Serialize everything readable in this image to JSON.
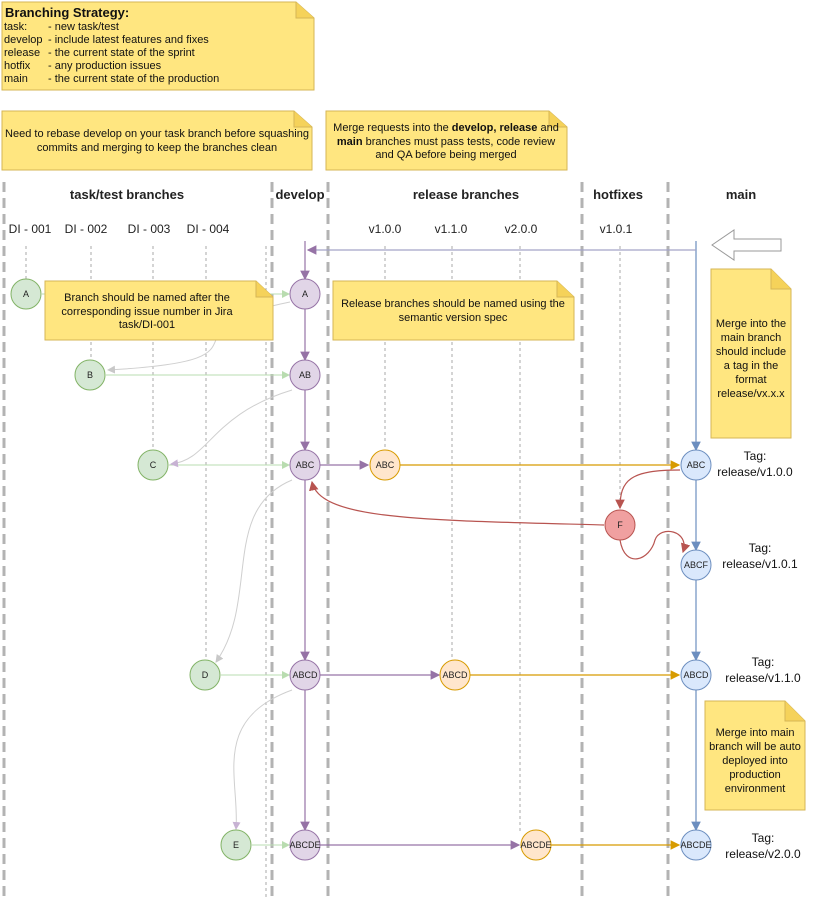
{
  "strategy": {
    "title": "Branching Strategy:",
    "rows": [
      {
        "name": "task:",
        "desc": "-  new task/test"
      },
      {
        "name": "develop",
        "desc": "-  include latest features and fixes"
      },
      {
        "name": "release",
        "desc": "-  the current state of the sprint"
      },
      {
        "name": "hotfix",
        "desc": "-  any production issues"
      },
      {
        "name": "main",
        "desc": "-  the current state of the production"
      }
    ]
  },
  "notes": {
    "rebase": [
      "Need to rebase develop on your task branch before squashing",
      "commits and merging to keep the branches clean"
    ],
    "merge_requests": {
      "line1": [
        "Merge requests into  the ",
        "develop, release",
        " and"
      ],
      "line2": [
        "main",
        " branches must pass tests, code review"
      ],
      "line3": "and QA before being merged"
    },
    "branch_naming": [
      "Branch should be named after the",
      "corresponding issue number in Jira",
      "task/DI-001"
    ],
    "release_naming": [
      "Release branches should be named using  the",
      "semantic version spec"
    ],
    "main_tag": [
      "Merge into the",
      "main branch",
      "should include",
      "a tag in the",
      "format",
      "release/vx.x.x"
    ],
    "auto_deploy": [
      "Merge into main",
      "branch will be auto",
      "deployed into",
      "production",
      "environment"
    ]
  },
  "lanes": {
    "task": "task/test branches",
    "develop": "develop",
    "release": "release branches",
    "hotfixes": "hotfixes",
    "main": "main"
  },
  "branches": {
    "task": [
      "DI - 001",
      "DI - 002",
      "DI - 003",
      "DI - 004"
    ],
    "release": [
      "v1.0.0",
      "v1.1.0",
      "v2.0.0"
    ],
    "hotfix": [
      "v1.0.1"
    ]
  },
  "nodes": {
    "task": [
      "A",
      "B",
      "C",
      "D",
      "E"
    ],
    "develop": [
      "A",
      "AB",
      "ABC",
      "ABCD",
      "ABCDE"
    ],
    "release": [
      "ABC",
      "ABCD",
      "ABCDE"
    ],
    "hotfix": [
      "F"
    ],
    "main": [
      "ABC",
      "ABCF",
      "ABCD",
      "ABCDE"
    ]
  },
  "tags": [
    {
      "label": "Tag:",
      "value": "release/v1.0.0"
    },
    {
      "label": "Tag:",
      "value": "release/v1.0.1"
    },
    {
      "label": "Tag:",
      "value": "release/v1.1.0"
    },
    {
      "label": "Tag:",
      "value": "release/v2.0.0"
    }
  ],
  "colors": {
    "note_fill": "#ffe680",
    "note_stroke": "#d6b656",
    "task_fill": "#d5e8d4",
    "task_stroke": "#82b366",
    "develop_fill": "#e1d5e7",
    "develop_stroke": "#9673a6",
    "release_fill": "#ffe6cc",
    "release_stroke": "#d79b00",
    "hotfix_fill": "#f0a0a0",
    "hotfix_stroke": "#b85450",
    "main_fill": "#dae8fc",
    "main_stroke": "#6c8ebf"
  }
}
